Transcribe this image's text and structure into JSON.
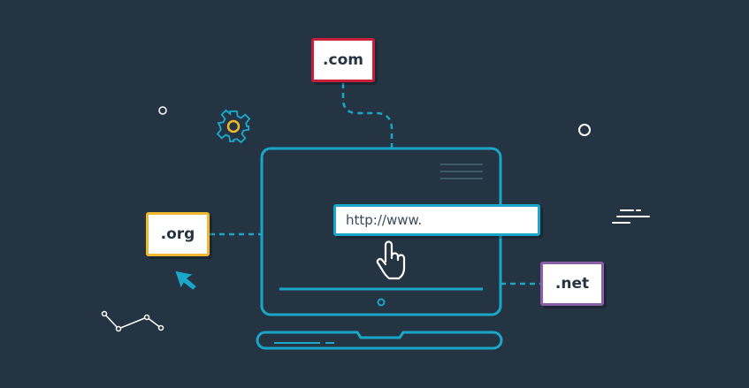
{
  "domains": {
    "com": {
      "label": ".com",
      "color": "#c8203a"
    },
    "org": {
      "label": ".org",
      "color": "#f0b830"
    },
    "net": {
      "label": ".net",
      "color": "#8a5fa8"
    }
  },
  "address_bar": {
    "text": "http://www."
  },
  "colors": {
    "background": "#253443",
    "accent": "#1aa6c8",
    "gear": "#f0b830",
    "line": "#ffffff"
  },
  "icons": [
    "gear-icon",
    "cursor-arrow-icon",
    "hand-pointer-icon",
    "laptop-icon"
  ]
}
